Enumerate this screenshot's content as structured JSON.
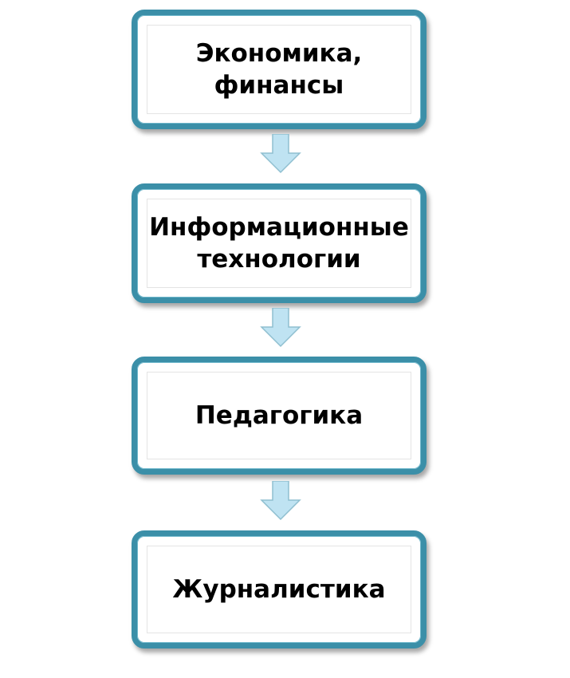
{
  "nodes": [
    {
      "label": "Экономика, финансы",
      "lines": [
        "Экономика,",
        "финансы"
      ]
    },
    {
      "label": "Информационные технологии",
      "lines": [
        "Информационные",
        "технологии"
      ]
    },
    {
      "label": "Педагогика",
      "lines": [
        "Педагогика"
      ]
    },
    {
      "label": "Журналистика",
      "lines": [
        "Журналистика"
      ]
    }
  ],
  "colors": {
    "border": "#3b8fa8",
    "arrow": "#bfe3f2"
  }
}
